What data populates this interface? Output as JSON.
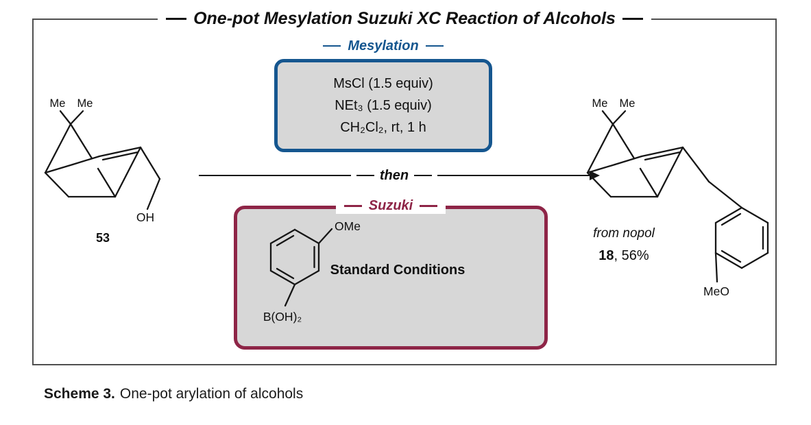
{
  "colors": {
    "mesylation_blue": "#15568f",
    "suzuki_maroon": "#8e2547",
    "box_fill": "#d7d7d7"
  },
  "scheme": {
    "title": "One-pot Mesylation Suzuki XC Reaction of Alcohols",
    "caption_label": "Scheme 3.",
    "caption_text": "One-pot arylation of alcohols"
  },
  "arrow": {
    "label": "then"
  },
  "mesylation_box": {
    "title": "Mesylation",
    "reagent_lines": [
      "MsCl (1.5 equiv)",
      "NEt₃ (1.5 equiv)",
      "CH₂Cl₂, rt, 1 h"
    ]
  },
  "suzuki_box": {
    "title": "Suzuki",
    "conditions_label": "Standard Conditions",
    "boronic_acid": {
      "ome_label": "OMe",
      "b_label": "B(OH)₂"
    }
  },
  "substrate": {
    "me_label_1": "Me",
    "me_label_2": "Me",
    "oh_label": "OH",
    "number": "53"
  },
  "product": {
    "me_label_1": "Me",
    "me_label_2": "Me",
    "ome_label": "MeO",
    "origin_note": "from nopol",
    "number": "18",
    "yield_suffix": ", 56%"
  }
}
